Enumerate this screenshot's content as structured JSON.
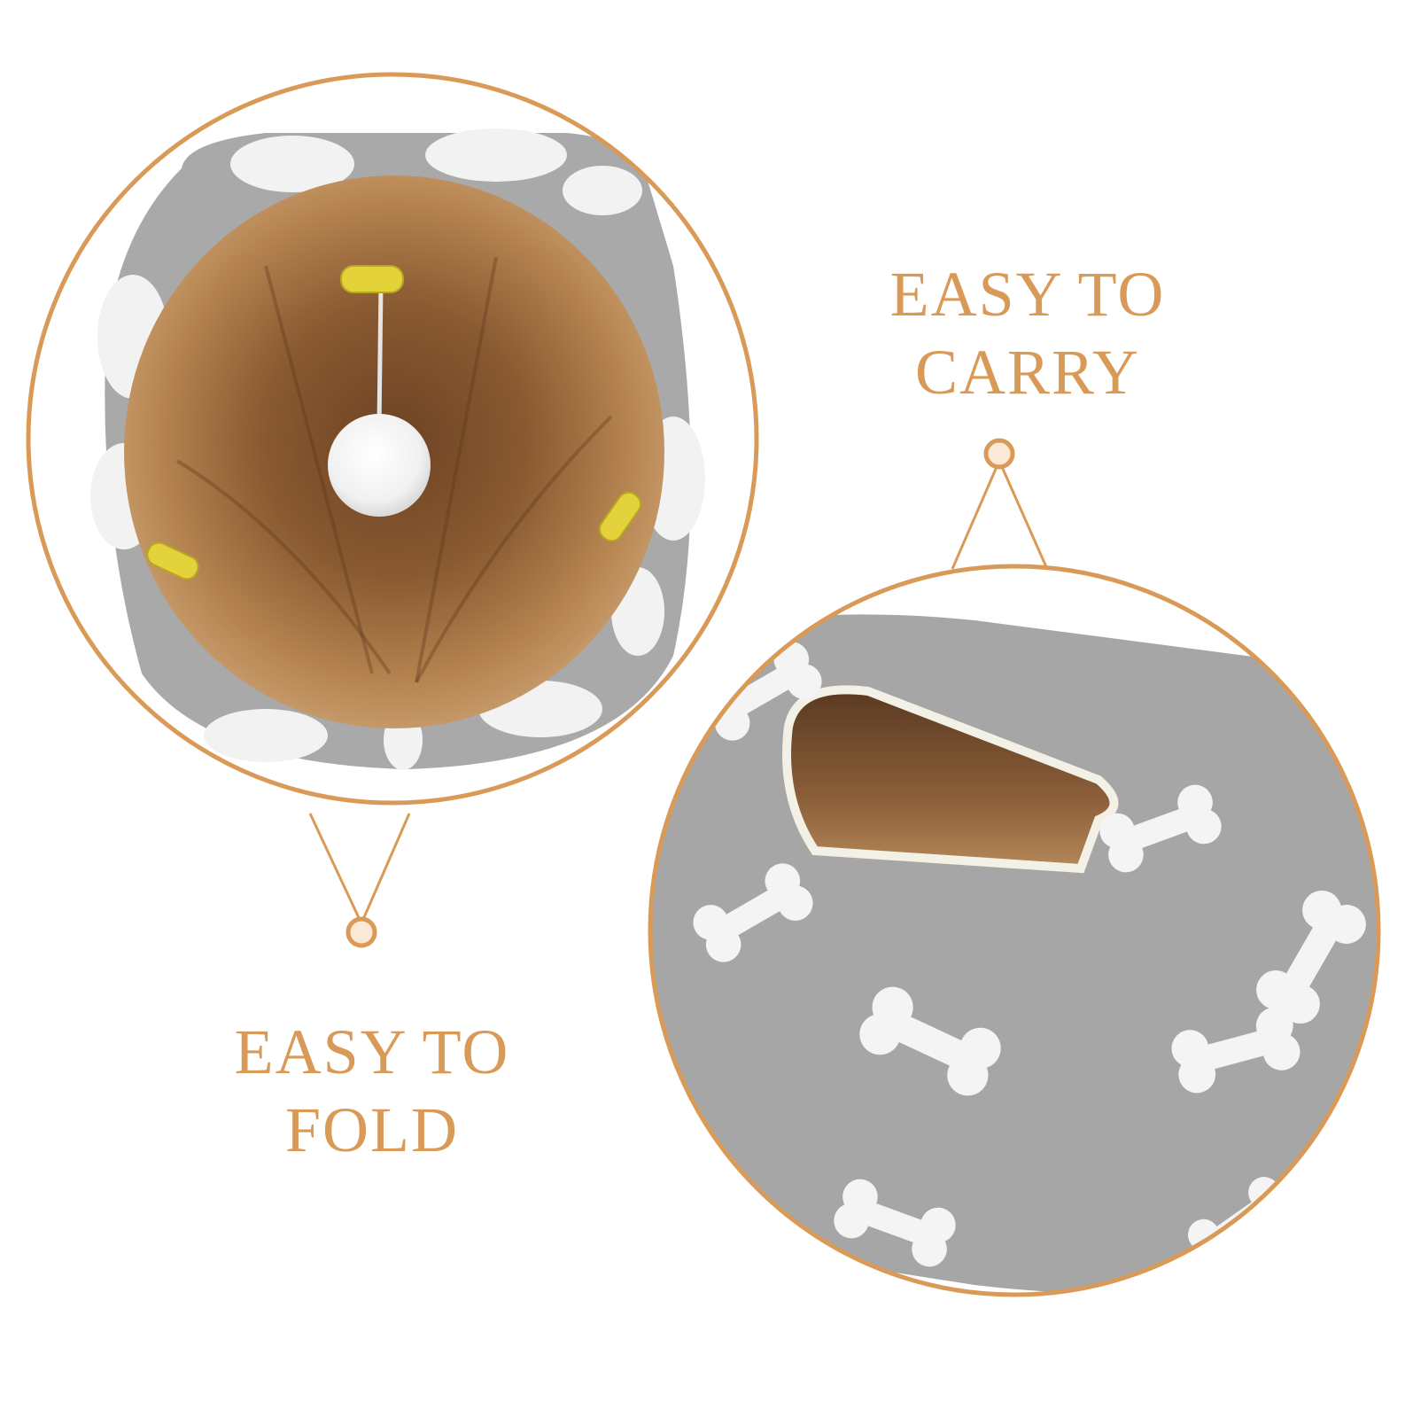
{
  "captions": {
    "carry": {
      "line1": "EASY TO",
      "line2": "CARRY"
    },
    "fold": {
      "line1": "EASY TO",
      "line2": "FOLD"
    }
  },
  "colors": {
    "accent": "#d99a57",
    "fleece_gray": "#a9a9a9",
    "fleece_white": "#f4f4f4",
    "lining_brown": "#9a6a3f",
    "toy_yellow": "#e3d23a"
  },
  "photos": {
    "left": "tunnel-end-view-with-hanging-pompom",
    "right": "tunnel-side-view-with-bone-pattern"
  }
}
